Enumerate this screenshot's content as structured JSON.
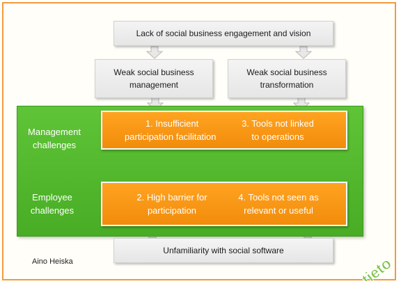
{
  "top_box": {
    "text": "Lack of social business engagement and vision"
  },
  "mid_left": {
    "line1": "Weak social business",
    "line2": "management"
  },
  "mid_right": {
    "line1": "Weak social business",
    "line2": "transformation"
  },
  "row_labels": {
    "management": {
      "line1": "Management",
      "line2": "challenges"
    },
    "employee": {
      "line1": "Employee",
      "line2": "challenges"
    }
  },
  "box1": {
    "line1": "1. Insufficient",
    "line2": "participation facilitation"
  },
  "box3": {
    "line1": "3. Tools not linked",
    "line2": "to operations"
  },
  "box2": {
    "line1": "2. High barrier for",
    "line2": "participation"
  },
  "box4": {
    "line1": "4. Tools not seen as",
    "line2": "relevant or useful"
  },
  "bottom_box": {
    "text": "Unfamiliarity with social software"
  },
  "author": "Aino Heiska",
  "logo": {
    "text": "tieto",
    "color": "#7ac143"
  },
  "colors": {
    "frame": "#f29a3b",
    "green": "#52b82c",
    "orange": "#f7941d",
    "grey": "#ebebeb"
  }
}
